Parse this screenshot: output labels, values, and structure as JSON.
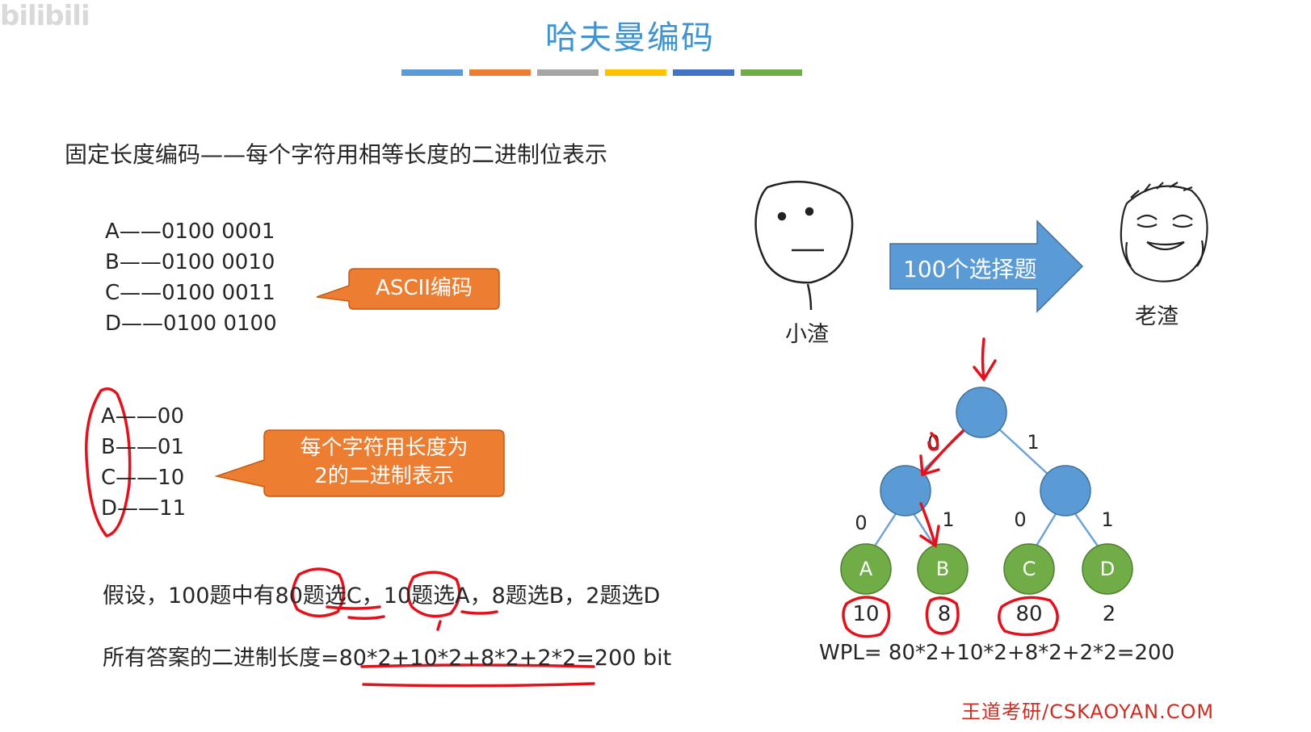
{
  "watermark": "bilibili",
  "title": "哈夫曼编码",
  "title_bar_colors": [
    "#5b9bd5",
    "#ed7d31",
    "#a5a5a5",
    "#ffc000",
    "#4472c4",
    "#70ad47"
  ],
  "heading": "固定长度编码——每个字符用相等长度的二进制位表示",
  "ascii_codes": [
    "A——0100 0001",
    "B——0100 0010",
    "C——0100 0011",
    "D——0100 0100"
  ],
  "ascii_callout": "ASCII编码",
  "two_bit_codes": [
    {
      "char": "A",
      "code": "——00"
    },
    {
      "char": "B",
      "code": "——01"
    },
    {
      "char": "C",
      "code": "——10"
    },
    {
      "char": "D",
      "code": "——11"
    }
  ],
  "two_bit_callout": [
    "每个字符用长度为",
    "2的二进制表示"
  ],
  "assumption": {
    "prefix": "假设，100题中有",
    "count_c": "80",
    "text_c": "题选C，",
    "count_a": "10",
    "text_a": "题选A，8题选B，2题选D"
  },
  "total": {
    "label": "所有答案的二进制长度",
    "formula": "=80*2+10*2+8*2+2*2=200 bit"
  },
  "arrow_label": "100个选择题",
  "left_face_label": "小渣",
  "right_face_label": "老渣",
  "tree": {
    "edge_labels": {
      "root_left": "0",
      "root_right": "1",
      "l_a": "0",
      "l_b": "1",
      "r_c": "0",
      "r_d": "1"
    },
    "leaves": [
      {
        "label": "A",
        "weight": "10"
      },
      {
        "label": "B",
        "weight": "8"
      },
      {
        "label": "C",
        "weight": "80"
      },
      {
        "label": "D",
        "weight": "2"
      }
    ],
    "wpl": "WPL= 80*2+10*2+8*2+2*2=200"
  },
  "colors": {
    "callout": "#ed7d31",
    "arrow": "#5b9bd5",
    "internal_node": "#5b9bd5",
    "leaf_node": "#70ad47",
    "annotation_red": "#e5101a"
  },
  "footer": "王道考研/CSKAOYAN.COM"
}
